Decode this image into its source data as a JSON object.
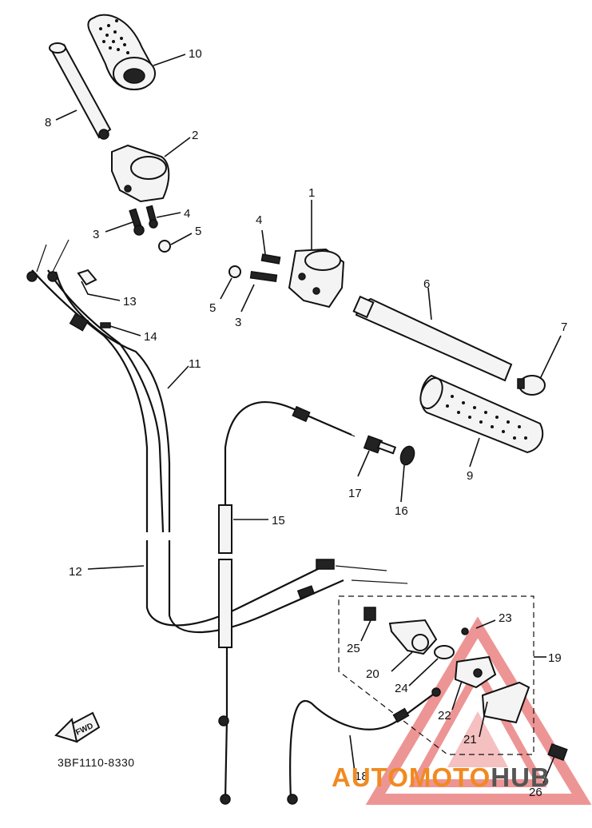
{
  "diagram_code": "3BF1110-8330",
  "watermark": {
    "part1": "AUTOMOTO",
    "part2": "HUB",
    "color_orange": "#f08a20",
    "color_gray": "#555555",
    "color_red": "#e04040"
  },
  "fwd_label": "FWD",
  "callouts": [
    "10",
    "8",
    "2",
    "3",
    "4",
    "5",
    "1",
    "4",
    "5",
    "3",
    "13",
    "14",
    "6",
    "7",
    "11",
    "17",
    "16",
    "9",
    "15",
    "12",
    "23",
    "25",
    "19",
    "20",
    "24",
    "22",
    "21",
    "18",
    "26"
  ]
}
